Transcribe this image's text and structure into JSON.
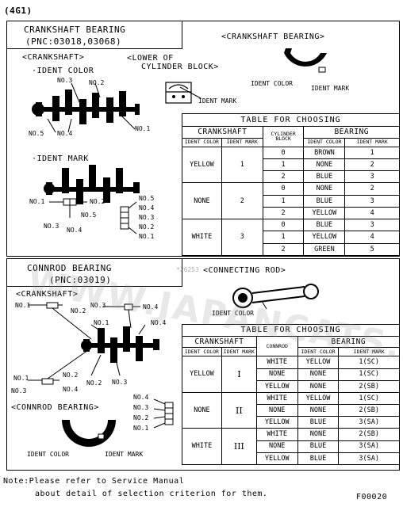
{
  "model": "(4G1)",
  "crankshaft_section": {
    "title_line1": "CRANKSHAFT BEARING",
    "title_line2": "(PNC:03018,03068)",
    "crankshaft_label": "<CRANKSHAFT>",
    "lower_block_line1": "<LOWER OF",
    "lower_block_line2": "CYLINDER BLOCK>",
    "ident_color_label": "·IDENT COLOR",
    "ident_mark_label": "·IDENT MARK",
    "no3": "NO.3",
    "no2": "NO.2",
    "no5": "NO.5",
    "no4": "NO.4",
    "no1": "NO.1",
    "mark_no1": "NO.1",
    "mark_no2": "NO.2",
    "mark_no5": "NO.5",
    "mark_no3": "NO.3",
    "mark_no4": "NO.4",
    "stack_labels": [
      "NO.5",
      "NO.4",
      "NO.3",
      "NO.2",
      "NO.1"
    ],
    "block_ident_mark": "IDENT MARK",
    "bearing_title": "<CRANKSHAFT BEARING>",
    "bearing_ident_color": "IDENT COLOR",
    "bearing_ident_mark": "IDENT MARK",
    "table": {
      "title": "TABLE FOR CHOOSING",
      "h_crankshaft": "CRANKSHAFT",
      "h_cyl_block": "CYLINDER BLOCK",
      "h_bearing": "BEARING",
      "sub_ident_color": "IDENT COLOR",
      "sub_ident_mark": "IDENT MARK",
      "groups": [
        {
          "color": "YELLOW",
          "mark": "1",
          "rows": [
            [
              "0",
              "BROWN",
              "1"
            ],
            [
              "1",
              "NONE",
              "2"
            ],
            [
              "2",
              "BLUE",
              "3"
            ]
          ]
        },
        {
          "color": "NONE",
          "mark": "2",
          "rows": [
            [
              "0",
              "NONE",
              "2"
            ],
            [
              "1",
              "BLUE",
              "3"
            ],
            [
              "2",
              "YELLOW",
              "4"
            ]
          ]
        },
        {
          "color": "WHITE",
          "mark": "3",
          "rows": [
            [
              "0",
              "BLUE",
              "3"
            ],
            [
              "1",
              "YELLOW",
              "4"
            ],
            [
              "2",
              "GREEN",
              "5"
            ]
          ]
        }
      ]
    }
  },
  "connrod_section": {
    "title_line1": "CONNROD BEARING",
    "title_line2": "(PNC:03019)",
    "crankshaft_label": "<CRANKSHAFT>",
    "connecting_rod_label": "<CONNECTING ROD>",
    "rod_ident_color": "IDENT COLOR",
    "connrod_bearing_label": "<CONNROD BEARING>",
    "bearing_ident_color": "IDENT COLOR",
    "bearing_ident_mark": "IDENT MARK",
    "top_no1": "NO.1",
    "top_no2": "NO.2",
    "top_no3": "NO.3",
    "top_no4": "NO.4",
    "mid_no1": "NO.1",
    "mid_no4": "NO.4",
    "low_no1": "NO.1",
    "low_no2": "NO.2",
    "low_no3": "NO.3",
    "low_no4": "NO.4",
    "bot_no2": "NO.2",
    "bot_no3": "NO.3",
    "stack_labels": [
      "NO.4",
      "NO.3",
      "NO.2",
      "NO.1"
    ],
    "table": {
      "title": "TABLE FOR CHOOSING",
      "h_crankshaft": "CRANKSHAFT",
      "h_connrod": "CONNROD",
      "h_bearing": "BEARING",
      "sub_ident_color": "IDENT COLOR",
      "sub_ident_mark": "IDENT MARK",
      "groups": [
        {
          "color": "YELLOW",
          "mark": "I",
          "rows": [
            [
              "WHITE",
              "YELLOW",
              "1(SC)"
            ],
            [
              "NONE",
              "NONE",
              "1(SC)"
            ],
            [
              "YELLOW",
              "NONE",
              "2(SB)"
            ]
          ]
        },
        {
          "color": "NONE",
          "mark": "II",
          "rows": [
            [
              "WHITE",
              "YELLOW",
              "1(SC)"
            ],
            [
              "NONE",
              "NONE",
              "2(SB)"
            ],
            [
              "YELLOW",
              "BLUE",
              "3(SA)"
            ]
          ]
        },
        {
          "color": "WHITE",
          "mark": "III",
          "rows": [
            [
              "WHITE",
              "NONE",
              "2(SB)"
            ],
            [
              "NONE",
              "BLUE",
              "3(SA)"
            ],
            [
              "YELLOW",
              "BLUE",
              "3(SA)"
            ]
          ]
        }
      ]
    }
  },
  "note_line1": "Note:Please refer to Service Manual",
  "note_line2": "about detail of selection criterion for them.",
  "figure_code": "F00020",
  "watermark": "WWW.JAPANCATS.RU",
  "watermark_small": "*26253"
}
